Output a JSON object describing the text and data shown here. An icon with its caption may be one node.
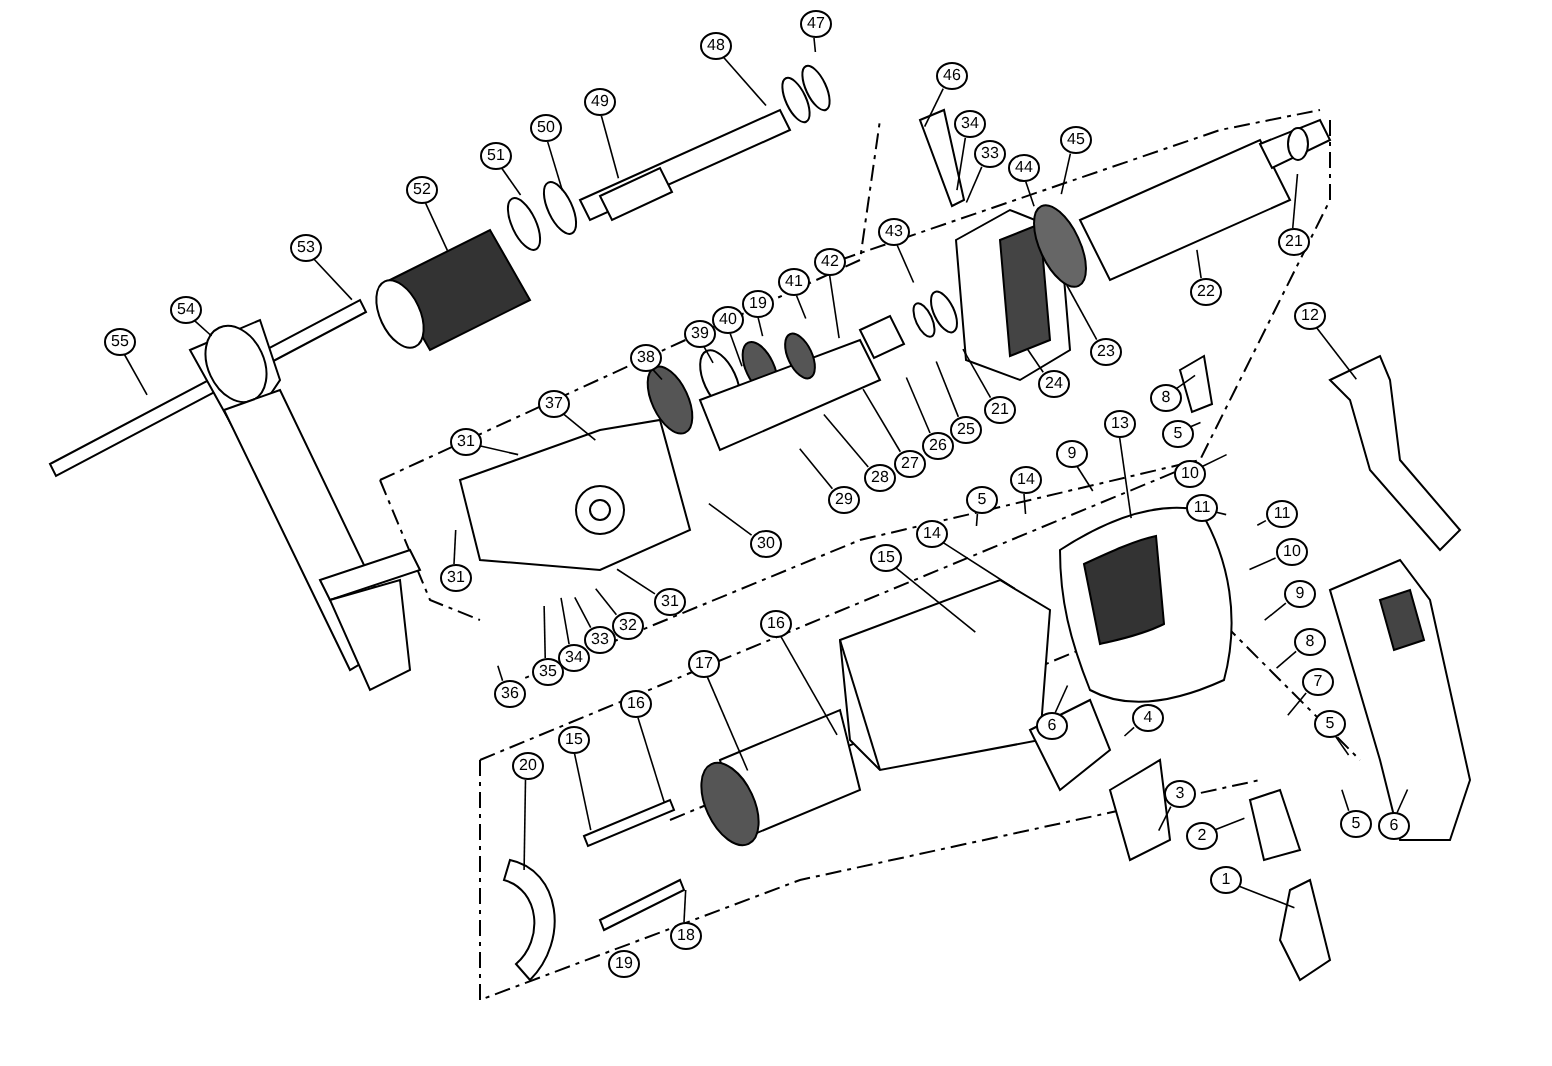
{
  "diagram": {
    "nodes": [
      {
        "text": [
          "47"
        ]
      },
      {
        "text": [
          "48"
        ]
      },
      {
        "text": [
          "49"
        ]
      },
      {
        "text": [
          "50"
        ]
      },
      {
        "text": [
          "51"
        ]
      },
      {
        "text": [
          "52"
        ]
      },
      {
        "text": [
          "53"
        ]
      },
      {
        "text": [
          "54"
        ]
      },
      {
        "text": [
          "55"
        ]
      },
      {
        "text": [
          "46"
        ]
      },
      {
        "text": [
          "34"
        ]
      },
      {
        "text": [
          "33"
        ]
      },
      {
        "text": [
          "44"
        ]
      },
      {
        "text": [
          "45"
        ]
      },
      {
        "text": [
          "43"
        ]
      },
      {
        "text": [
          "42"
        ]
      },
      {
        "text": [
          "41"
        ]
      },
      {
        "text": [
          "19"
        ]
      },
      {
        "text": [
          "40"
        ]
      },
      {
        "text": [
          "39"
        ]
      },
      {
        "text": [
          "38"
        ]
      },
      {
        "text": [
          "37"
        ]
      },
      {
        "text": [
          "31"
        ]
      },
      {
        "text": [
          "21"
        ]
      },
      {
        "text": [
          "22"
        ]
      },
      {
        "text": [
          "23"
        ]
      },
      {
        "text": [
          "24"
        ]
      },
      {
        "text": [
          "21"
        ]
      },
      {
        "text": [
          "25"
        ]
      },
      {
        "text": [
          "26"
        ]
      },
      {
        "text": [
          "27"
        ]
      },
      {
        "text": [
          "28"
        ]
      },
      {
        "text": [
          "29"
        ]
      },
      {
        "text": [
          "12"
        ]
      },
      {
        "text": [
          "8"
        ]
      },
      {
        "text": [
          "5"
        ]
      },
      {
        "text": [
          "10"
        ]
      },
      {
        "text": [
          "11"
        ]
      },
      {
        "text": [
          "11"
        ]
      },
      {
        "text": [
          "13"
        ]
      },
      {
        "text": [
          "9"
        ]
      },
      {
        "text": [
          "14"
        ]
      },
      {
        "text": [
          "5"
        ]
      },
      {
        "text": [
          "14"
        ]
      },
      {
        "text": [
          "30"
        ]
      },
      {
        "text": [
          "31"
        ]
      },
      {
        "text": [
          "31"
        ]
      },
      {
        "text": [
          "32"
        ]
      },
      {
        "text": [
          "33"
        ]
      },
      {
        "text": [
          "34"
        ]
      },
      {
        "text": [
          "35"
        ]
      },
      {
        "text": [
          "36"
        ]
      },
      {
        "text": [
          "16"
        ]
      },
      {
        "text": [
          "15"
        ]
      },
      {
        "text": [
          "17"
        ]
      },
      {
        "text": [
          "16"
        ]
      },
      {
        "text": [
          "15"
        ]
      },
      {
        "text": [
          "20"
        ]
      },
      {
        "text": [
          "18"
        ]
      },
      {
        "text": [
          "6"
        ]
      },
      {
        "text": [
          "4"
        ]
      },
      {
        "text": [
          "3"
        ]
      },
      {
        "text": [
          "2"
        ]
      },
      {
        "text": [
          "1"
        ]
      },
      {
        "text": [
          "10"
        ]
      },
      {
        "text": [
          "9"
        ]
      },
      {
        "text": [
          "8"
        ]
      },
      {
        "text": [
          "7"
        ]
      },
      {
        "text": [
          "5"
        ]
      },
      {
        "text": [
          "5"
        ]
      },
      {
        "text": [
          "6"
        ]
      },
      {
        "text": [
          "19"
        ]
      }
    ],
    "edges": [
      {
        "from": 0,
        "to": null,
        "arrow": "none"
      },
      {
        "from": 1,
        "to": null,
        "arrow": "none"
      },
      {
        "from": 2,
        "to": null,
        "arrow": "none"
      },
      {
        "from": 3,
        "to": null,
        "arrow": "none"
      },
      {
        "from": 4,
        "to": null,
        "arrow": "none"
      },
      {
        "from": 5,
        "to": null,
        "arrow": "none"
      },
      {
        "from": 6,
        "to": null,
        "arrow": "none"
      },
      {
        "from": 7,
        "to": null,
        "arrow": "none"
      },
      {
        "from": 8,
        "to": null,
        "arrow": "none"
      },
      {
        "from": 9,
        "to": null,
        "arrow": "none"
      },
      {
        "from": 10,
        "to": null,
        "arrow": "none"
      },
      {
        "from": 11,
        "to": null,
        "arrow": "none"
      },
      {
        "from": 12,
        "to": null,
        "arrow": "none"
      },
      {
        "from": 13,
        "to": null,
        "arrow": "none"
      },
      {
        "from": 14,
        "to": null,
        "arrow": "none"
      },
      {
        "from": 15,
        "to": null,
        "arrow": "none"
      },
      {
        "from": 16,
        "to": null,
        "arrow": "none"
      },
      {
        "from": 17,
        "to": null,
        "arrow": "none"
      },
      {
        "from": 18,
        "to": null,
        "arrow": "none"
      },
      {
        "from": 19,
        "to": null,
        "arrow": "none"
      },
      {
        "from": 20,
        "to": null,
        "arrow": "none"
      },
      {
        "from": 21,
        "to": null,
        "arrow": "none"
      },
      {
        "from": 22,
        "to": null,
        "arrow": "none"
      },
      {
        "from": 23,
        "to": null,
        "arrow": "none"
      },
      {
        "from": 24,
        "to": null,
        "arrow": "none"
      },
      {
        "from": 25,
        "to": null,
        "arrow": "none"
      },
      {
        "from": 26,
        "to": null,
        "arrow": "none"
      },
      {
        "from": 27,
        "to": null,
        "arrow": "none"
      },
      {
        "from": 28,
        "to": null,
        "arrow": "none"
      },
      {
        "from": 29,
        "to": null,
        "arrow": "none"
      },
      {
        "from": 30,
        "to": null,
        "arrow": "none"
      },
      {
        "from": 31,
        "to": null,
        "arrow": "none"
      },
      {
        "from": 32,
        "to": null,
        "arrow": "none"
      },
      {
        "from": 33,
        "to": null,
        "arrow": "none"
      },
      {
        "from": 34,
        "to": null,
        "arrow": "none"
      },
      {
        "from": 35,
        "to": null,
        "arrow": "none"
      },
      {
        "from": 36,
        "to": null,
        "arrow": "none"
      },
      {
        "from": 37,
        "to": null,
        "arrow": "none"
      },
      {
        "from": 38,
        "to": null,
        "arrow": "none"
      },
      {
        "from": 39,
        "to": null,
        "arrow": "none"
      },
      {
        "from": 40,
        "to": null,
        "arrow": "none"
      },
      {
        "from": 41,
        "to": null,
        "arrow": "none"
      },
      {
        "from": 42,
        "to": null,
        "arrow": "none"
      },
      {
        "from": 43,
        "to": null,
        "arrow": "none"
      },
      {
        "from": 44,
        "to": null,
        "arrow": "none"
      },
      {
        "from": 45,
        "to": null,
        "arrow": "none"
      },
      {
        "from": 46,
        "to": null,
        "arrow": "none"
      },
      {
        "from": 47,
        "to": null,
        "arrow": "none"
      },
      {
        "from": 48,
        "to": null,
        "arrow": "none"
      },
      {
        "from": 49,
        "to": null,
        "arrow": "none"
      },
      {
        "from": 50,
        "to": null,
        "arrow": "none"
      },
      {
        "from": 51,
        "to": null,
        "arrow": "none"
      },
      {
        "from": 52,
        "to": null,
        "arrow": "none"
      },
      {
        "from": 53,
        "to": null,
        "arrow": "none"
      },
      {
        "from": 54,
        "to": null,
        "arrow": "none"
      },
      {
        "from": 55,
        "to": null,
        "arrow": "none"
      },
      {
        "from": 56,
        "to": null,
        "arrow": "none"
      },
      {
        "from": 57,
        "to": null,
        "arrow": "none"
      },
      {
        "from": 58,
        "to": null,
        "arrow": "none"
      },
      {
        "from": 59,
        "to": null,
        "arrow": "none"
      },
      {
        "from": 60,
        "to": null,
        "arrow": "none"
      },
      {
        "from": 61,
        "to": null,
        "arrow": "none"
      },
      {
        "from": 62,
        "to": null,
        "arrow": "none"
      },
      {
        "from": 63,
        "to": null,
        "arrow": "none"
      },
      {
        "from": 64,
        "to": null,
        "arrow": "none"
      },
      {
        "from": 65,
        "to": null,
        "arrow": "none"
      },
      {
        "from": 66,
        "to": null,
        "arrow": "none"
      },
      {
        "from": 67,
        "to": null,
        "arrow": "none"
      },
      {
        "from": 68,
        "to": null,
        "arrow": "none"
      },
      {
        "from": 69,
        "to": null,
        "arrow": "none"
      },
      {
        "from": 70,
        "to": null,
        "arrow": "none"
      }
    ]
  }
}
